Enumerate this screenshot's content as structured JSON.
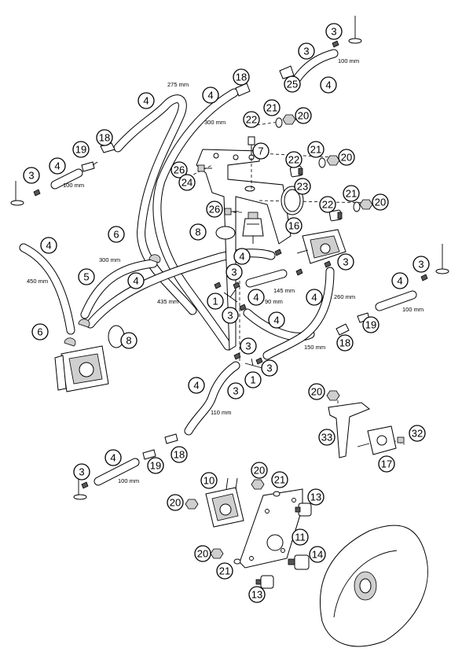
{
  "dimensions": {
    "d100_top": "100 mm",
    "d275": "275 mm",
    "d300_top": "300 mm",
    "d100_left": "100 mm",
    "d300_mid": "300 mm",
    "d450": "450 mm",
    "d435": "435 mm",
    "d145": "145 mm",
    "d90": "90 mm",
    "d260": "260 mm",
    "d100_right": "100 mm",
    "d150": "150 mm",
    "d110": "110 mm",
    "d100_bottom": "100 mm"
  },
  "callouts": {
    "c1": "1",
    "c3": "3",
    "c4": "4",
    "c5": "5",
    "c6": "6",
    "c7": "7",
    "c8": "8",
    "c10": "10",
    "c11": "11",
    "c13": "13",
    "c14": "14",
    "c16": "16",
    "c17": "17",
    "c18": "18",
    "c19": "19",
    "c20": "20",
    "c21": "21",
    "c22": "22",
    "c23": "23",
    "c24": "24",
    "c25": "25",
    "c26": "26",
    "c32": "32",
    "c33": "33"
  }
}
